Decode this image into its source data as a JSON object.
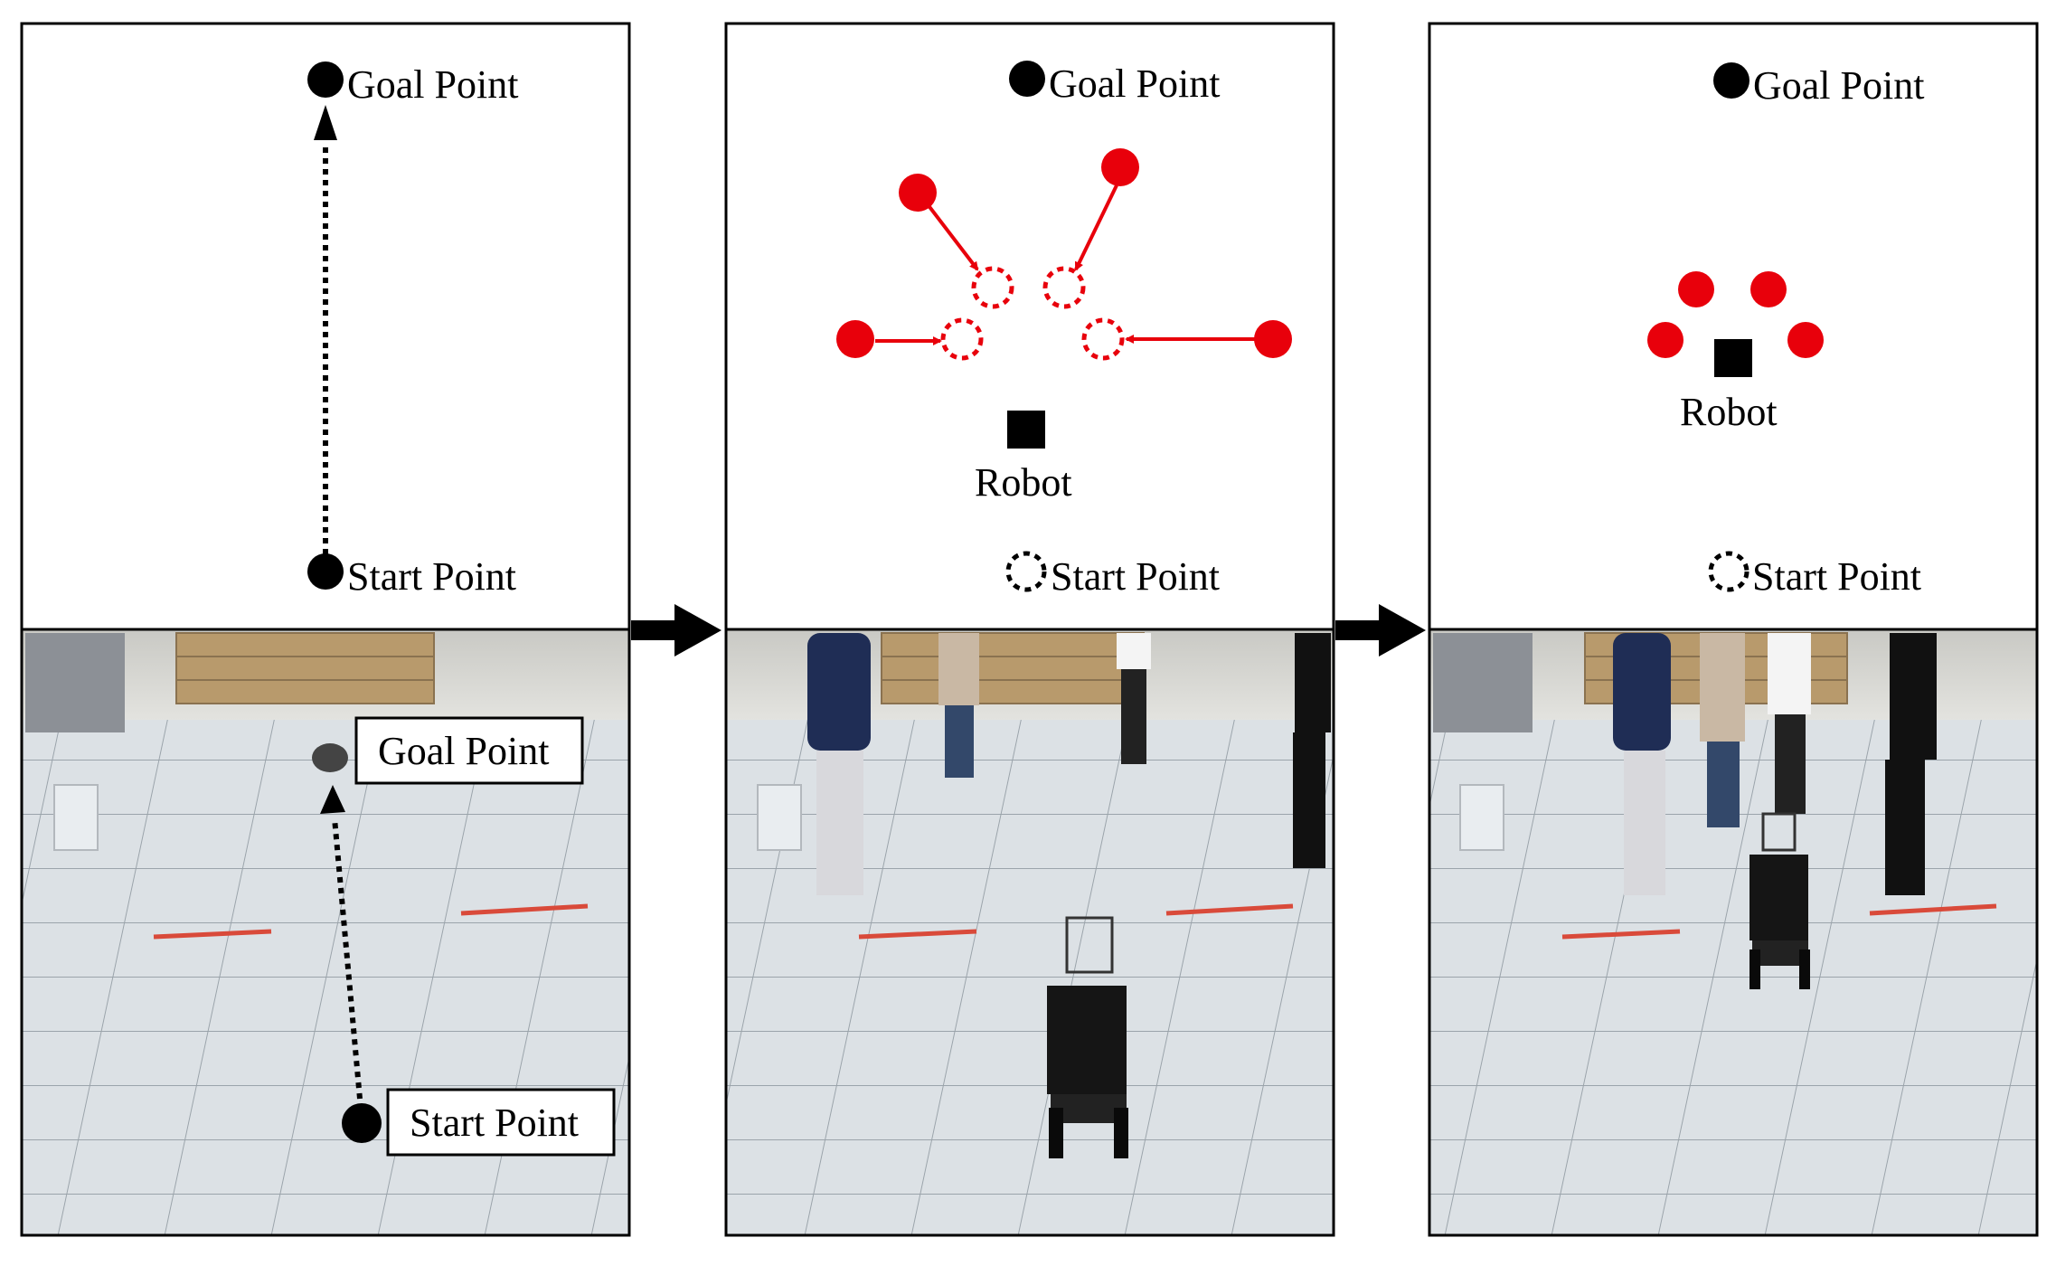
{
  "panels": [
    {
      "diagram": {
        "goal_label": "Goal Point",
        "start_label": "Start Point"
      },
      "photo": {
        "goal_label": "Goal Point",
        "start_label": "Start Point"
      }
    },
    {
      "diagram": {
        "goal_label": "Goal Point",
        "start_label": "Start Point",
        "robot_label": "Robot"
      }
    },
    {
      "diagram": {
        "goal_label": "Goal Point",
        "start_label": "Start Point",
        "robot_label": "Robot"
      }
    }
  ],
  "colors": {
    "agent": "#e8000b",
    "marker": "#000000",
    "floor": "#d9dee2",
    "shelf": "#b89a6c",
    "floor_stripe": "#d94a3a"
  }
}
